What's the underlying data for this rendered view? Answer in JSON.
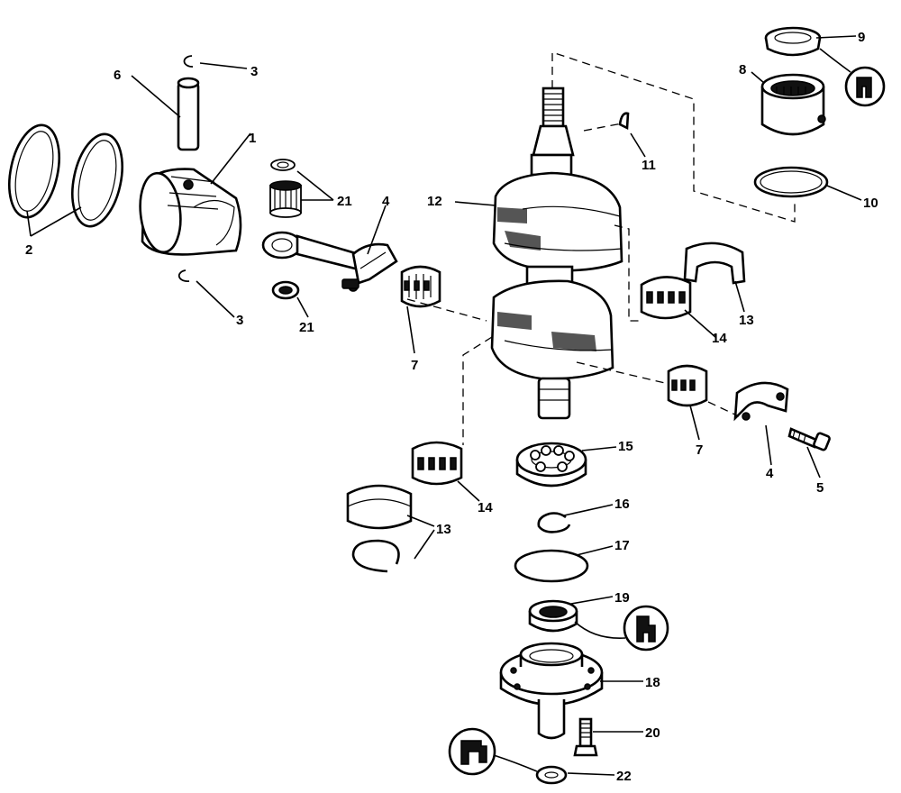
{
  "callouts": {
    "c1": "1",
    "c2": "2",
    "c3a": "3",
    "c3b": "3",
    "c4a": "4",
    "c4b": "4",
    "c5": "5",
    "c6": "6",
    "c7a": "7",
    "c7b": "7",
    "c8": "8",
    "c9": "9",
    "c10": "10",
    "c11": "11",
    "c12": "12",
    "c13a": "13",
    "c13b": "13",
    "c14a": "14",
    "c14b": "14",
    "c15": "15",
    "c16": "16",
    "c17": "17",
    "c18": "18",
    "c19": "19",
    "c20": "20",
    "c21a": "21",
    "c21b": "21",
    "c22": "22"
  },
  "icons": [
    "sealant-tube-icon",
    "sealant-tube-icon",
    "sealant-tube-icon"
  ]
}
